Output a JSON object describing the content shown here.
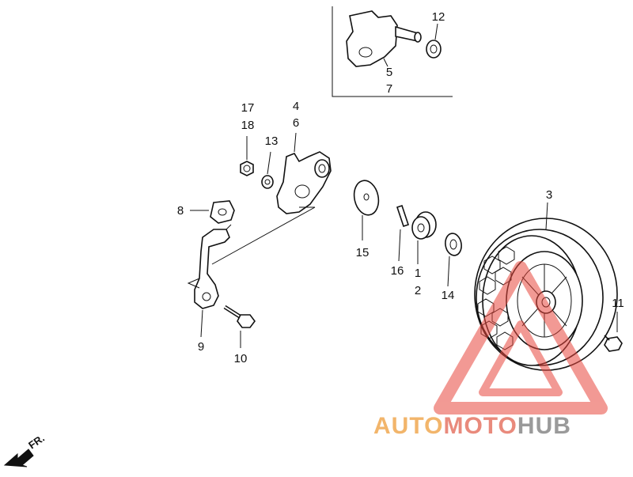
{
  "callouts": {
    "c1": "1",
    "c2": "2",
    "c3": "3",
    "c4": "4",
    "c5": "5",
    "c6": "6",
    "c7": "7",
    "c8": "8",
    "c9": "9",
    "c10": "10",
    "c11": "11",
    "c12": "12",
    "c13": "13",
    "c14": "14",
    "c15": "15",
    "c16": "16",
    "c17": "17",
    "c18": "18"
  },
  "direction": {
    "label": "FR."
  },
  "watermark": {
    "part1": "AUTO",
    "part2": "MOTO",
    "part3": "HUB",
    "colors": {
      "auto": "#f2b56b",
      "moto": "#e98a7c",
      "hub": "#9a9a9a",
      "triangle": "#e8473d"
    }
  }
}
